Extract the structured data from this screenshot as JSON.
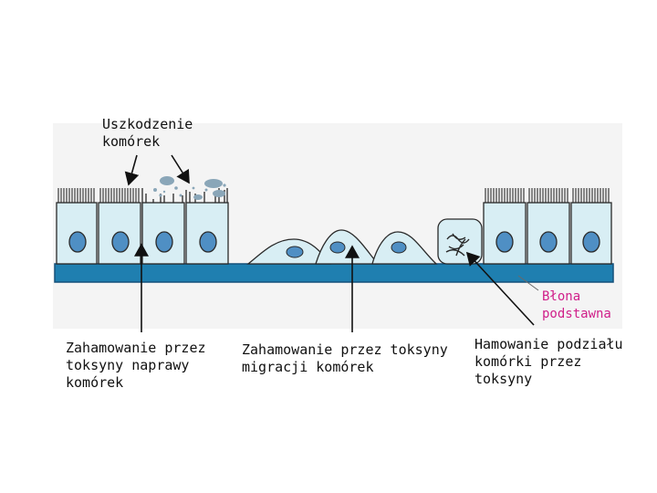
{
  "labels": {
    "cell_damage": "Uszkodzenie\nkomórek",
    "repair_inhibition": "Zahamowanie przez\ntoksyny naprawy\nkomórek",
    "migration_inhibition": "Zahamowanie przez toksyny\nmigracji komórek",
    "division_inhibition": "Hamowanie podziału\nkomórki przez\ntoksyny",
    "basement_membrane": "Błona\npodstawna"
  },
  "colors": {
    "cell_fill": "#d8eef4",
    "cell_outline": "#2a2a2a",
    "nucleus": "#4f8fc4",
    "membrane": "#1f7fb0",
    "debris": "#8aa6b8",
    "label_pink": "#d0208a"
  }
}
